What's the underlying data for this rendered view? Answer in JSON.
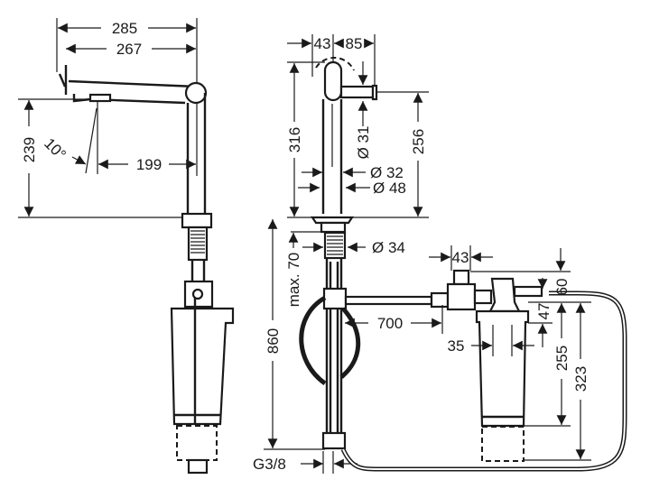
{
  "title": "Kitchen mixer with filter system – dimension drawing",
  "side_view": {
    "dim_overall_length": "285",
    "dim_spout_length": "267",
    "dim_spout_height": "239",
    "dim_angle": "10°",
    "dim_reach": "199"
  },
  "front_view": {
    "dim_left_offset": "43",
    "dim_right_offset": "85",
    "dim_total_height": "316",
    "dim_outlet_height": "256",
    "dim_outlet_diameter": "Ø 31",
    "dim_body_diameter": "Ø 32",
    "dim_base_diameter": "Ø 48",
    "dim_thread_diameter": "Ø 34",
    "dim_max_thickness": "max. 70",
    "dim_supply_length": "860",
    "dim_connection": "G3/8"
  },
  "filter_unit": {
    "dim_hose_length": "700",
    "dim_valve_width": "43",
    "dim_head_top": "60",
    "dim_head_offset": "47",
    "dim_inlet_spacing": "35",
    "dim_filter_height": "255",
    "dim_filter_change_height": "323"
  }
}
